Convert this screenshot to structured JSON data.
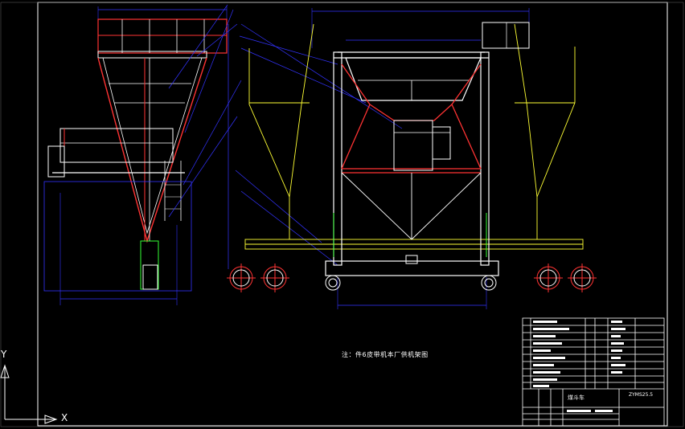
{
  "drawing": {
    "note": "注：件6皮带机本厂供机架图",
    "title_block": {
      "name": "煤斗车",
      "code": "ZYMS25.5"
    },
    "axes": {
      "x_label": "X",
      "y_label": "Y"
    },
    "colors": {
      "background": "#000000",
      "frame": "#ffffff",
      "red": "#ff2a2a",
      "yellow": "#ffff33",
      "blue": "#3333ff",
      "green": "#33ff33",
      "white": "#ffffff"
    }
  }
}
